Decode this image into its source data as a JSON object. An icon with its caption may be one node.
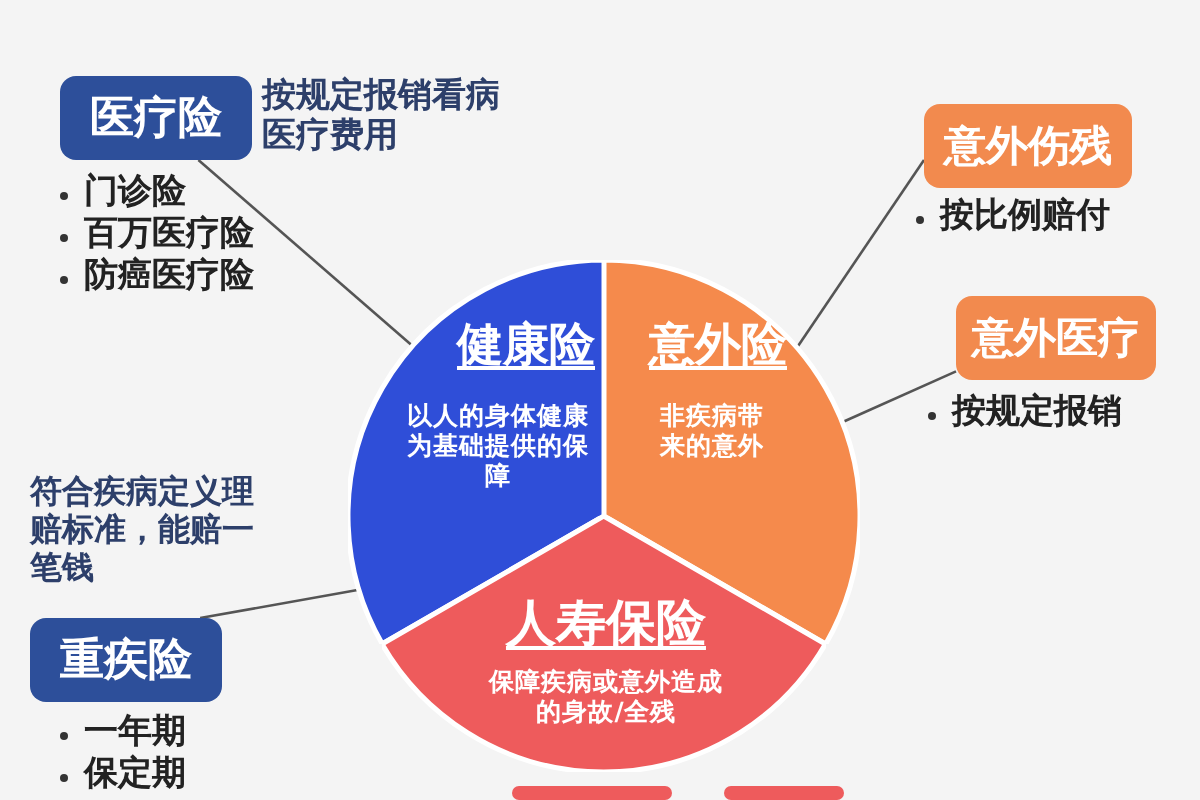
{
  "diagram": {
    "nodes": [
      {
        "text": [
          "医疗险"
        ],
        "beside": [
          "按规定报销看病医疗费用",
          "门诊险",
          "百万医疗险",
          "防癌医疗险"
        ]
      },
      {
        "text": [
          "健康险",
          "以人的身体健康为基础提供的保障"
        ]
      },
      {
        "text": [
          "意外险",
          "非疾病带来的意外"
        ]
      },
      {
        "text": [
          "人寿保险",
          "保障疾病或意外造成的身故/全残"
        ]
      },
      {
        "text": [
          "意外伤残"
        ],
        "beside": [
          "按比例赔付"
        ]
      },
      {
        "text": [
          "意外医疗"
        ],
        "beside": [
          "按规定报销"
        ]
      },
      {
        "text": [
          "重疾险"
        ],
        "beside": [
          "符合疾病定义理赔标准，能赔一笔钱",
          "一年期",
          "保定期"
        ]
      },
      {
        "text": [],
        "shape": "box"
      },
      {
        "text": [],
        "shape": "box"
      }
    ],
    "edges": [
      {
        "from": 0,
        "to": 1,
        "arrow": "none"
      },
      {
        "from": 6,
        "to": 1,
        "arrow": "none"
      },
      {
        "from": 2,
        "to": 4,
        "arrow": "none"
      },
      {
        "from": 2,
        "to": 5,
        "arrow": "none"
      }
    ]
  }
}
